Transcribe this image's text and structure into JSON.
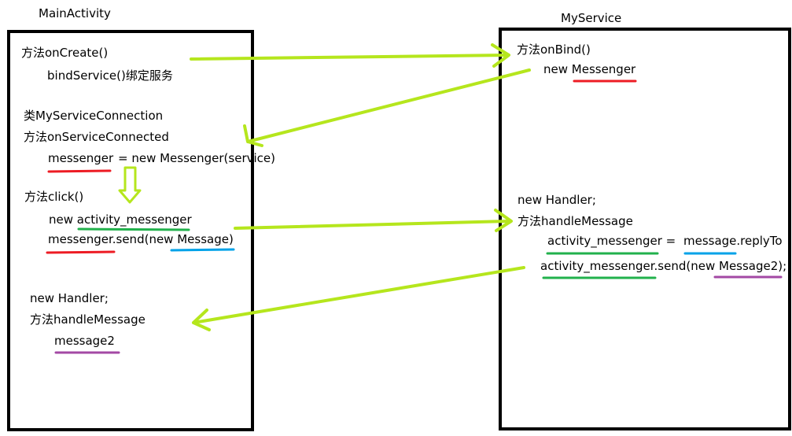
{
  "main_activity": {
    "title": "MainActivity",
    "lines": {
      "on_create": "方法onCreate()",
      "bind_service": "bindService()绑定服务",
      "connection_class": "类MyServiceConnection",
      "on_service_connected": "方法onServiceConnected",
      "messenger_assign_a": "messenger",
      "messenger_assign_b": "= new Messenger(service)",
      "click": "方法click()",
      "new_activity_messenger": "new activity_messenger",
      "messenger_send": "messenger.send(new Message)",
      "new_handler": "new Handler;",
      "handle_message": "方法handleMessage",
      "message2": "message2"
    }
  },
  "my_service": {
    "title": "MyService",
    "lines": {
      "on_bind": "方法onBind()",
      "new_messenger": "new Messenger",
      "new_handler": "new Handler;",
      "handle_message": "方法handleMessage",
      "activity_messenger_assign": "activity_messenger =",
      "reply_to": "message.replyTo",
      "send_message2": "activity_messenger.send(new Message2);"
    }
  },
  "colors": {
    "arrow": "#b5e61d",
    "red": "#ed1c24",
    "green": "#22b14c",
    "blue": "#00a2e8",
    "purple": "#a349a4"
  }
}
